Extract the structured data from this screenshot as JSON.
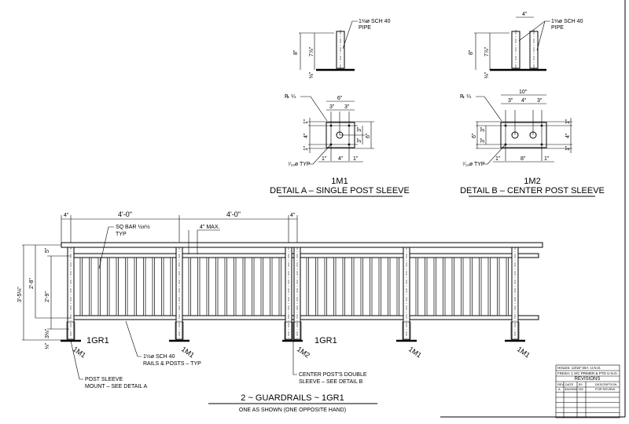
{
  "detail_a": {
    "callout_pipe": "1⅛ø SCH 40",
    "callout_pipe2": "PIPE",
    "dim_height": "8\"",
    "dim_inner": "7⅞\"",
    "dim_plate": "⅛\"",
    "plate_label": "℞ ¼",
    "dim_width": "6\"",
    "dim_3a": "3\"",
    "dim_3b": "3\"",
    "dim_side_1a": "1\"",
    "dim_side_4": "4\"",
    "dim_side_1b": "1\"",
    "dim_right_3a": "3\"",
    "dim_right_3b": "3\"",
    "dim_right_6": "6\"",
    "hole_label": "⁷⁄₁₆ø TYP",
    "dim_bottom_1a": "1\"",
    "dim_bottom_4": "4\"",
    "dim_bottom_1b": "1\"",
    "mark": "1M1",
    "title": "DETAIL A – SINGLE POST SLEEVE"
  },
  "detail_b": {
    "dim_spacing": "4\"",
    "callout_pipe": "1⅛ø SCH 40",
    "callout_pipe2": "PIPE",
    "dim_height": "8\"",
    "dim_inner": "7⅞\"",
    "dim_plate": "⅛\"",
    "plate_label": "℞ ¼",
    "dim_width": "10\"",
    "dim_3a": "3\"",
    "dim_4": "4\"",
    "dim_3b": "3\"",
    "dim_left_6": "6\"",
    "dim_left_3a": "3\"",
    "dim_left_3b": "3\"",
    "dim_right_1a": "1\"",
    "dim_right_4": "4\"",
    "dim_right_1b": "1\"",
    "hole_label": "⁷⁄₁₆ø TYP",
    "dim_bottom_1a": "1\"",
    "dim_bottom_8": "8\"",
    "dim_bottom_1b": "1\"",
    "mark": "1M2",
    "title": "DETAIL B – CENTER POST SLEEVE"
  },
  "guardrail": {
    "dim_top": [
      "4\"",
      "4'-0\"",
      "4'-0\"",
      "4\""
    ],
    "dim_overall": "3'-5⅛\"",
    "dim_rail": "2'-8\"",
    "dim_picket": "2'-9\"",
    "dim_top_gap": "5\"",
    "dim_bottom_gap": "3⅛\"",
    "dim_plate": "⅛\"",
    "callout_bar": "SQ BAR ½x½",
    "callout_bar2": "TYP",
    "callout_max": "4\" MAX.",
    "callout_pipe": "1½ø SCH 40",
    "callout_pipe2": "RAILS & POSTS – TYP",
    "callout_sleeve": "POST SLEEVE",
    "callout_sleeve2": "MOUNT – SEE DETAIL A",
    "callout_center": "CENTER POST'S DOUBLE",
    "callout_center2": "SLEEVE – SEE DETAIL B",
    "mark_left": "1GR1",
    "mark_right": "1GR1",
    "post_marks": [
      "1M1",
      "1M1",
      "1M2",
      "1M1",
      "1M1"
    ],
    "title": "2 ~ GUARDRAILS ~ 1GR1",
    "subtitle": "ONE AS SHOWN (ONE OPPOSITE HAND)"
  },
  "notes": {
    "holes": "HOLES: 13/16\" DIA. U.N.O.",
    "finish": "FINISH: 1 S/C PRIMER & PTD U.N.O.",
    "revisions_title": "REVISIONS",
    "headers": [
      "REV",
      "DATE",
      "BY",
      "DESCRIPTION"
    ],
    "rows": [
      [
        "A",
        "3/6/2008",
        "NG",
        "FOR REVIEW"
      ]
    ]
  }
}
